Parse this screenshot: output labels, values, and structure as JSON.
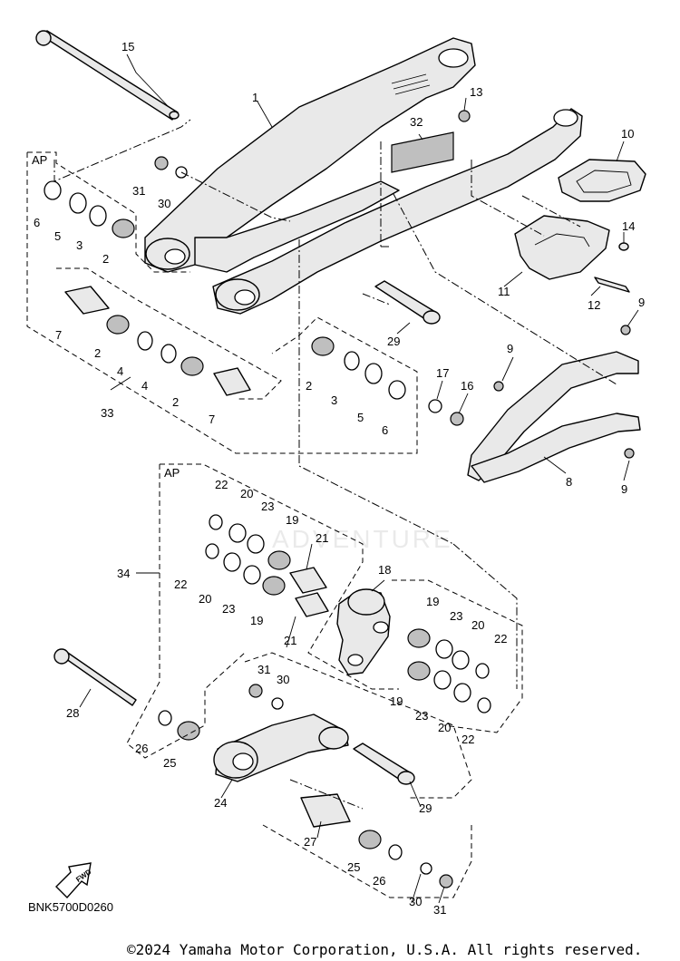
{
  "diagram": {
    "code": "BNK5700D0260",
    "copyright": "©2024 Yamaha Motor Corporation, U.S.A. All rights reserved.",
    "watermark": "ADVENTURE",
    "fwd_label": "FWD",
    "ap_labels": [
      "AP",
      "AP"
    ],
    "callouts": [
      "1",
      "2",
      "2",
      "2",
      "2",
      "3",
      "3",
      "4",
      "4",
      "5",
      "5",
      "6",
      "6",
      "7",
      "7",
      "8",
      "9",
      "9",
      "9",
      "10",
      "11",
      "12",
      "13",
      "14",
      "15",
      "16",
      "17",
      "18",
      "19",
      "19",
      "19",
      "19",
      "20",
      "20",
      "20",
      "20",
      "21",
      "21",
      "22",
      "22",
      "22",
      "22",
      "23",
      "23",
      "23",
      "23",
      "24",
      "25",
      "25",
      "26",
      "26",
      "27",
      "28",
      "29",
      "29",
      "30",
      "30",
      "30",
      "31",
      "31",
      "31",
      "32",
      "33",
      "34"
    ]
  }
}
